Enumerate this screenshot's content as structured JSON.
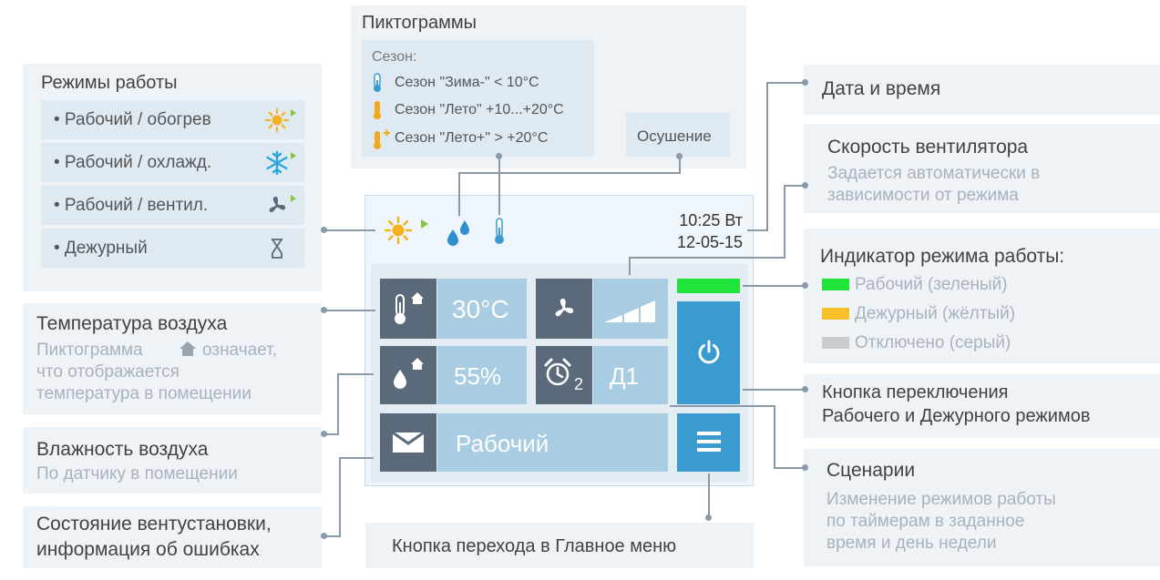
{
  "pictograms": {
    "title": "Пиктограммы",
    "season_label": "Сезон:",
    "season_winter": "Сезон \"Зима-\" < 10°C",
    "season_summer": "Сезон \"Лето\" +10...+20°C",
    "season_summer_plus": "Сезон \"Лето+\" > +20°C",
    "dehumid": "Осушение"
  },
  "modes": {
    "title": "Режимы работы",
    "items": [
      "• Рабочий / обогрев",
      "• Рабочий / охлажд.",
      "• Рабочий / вентил.",
      "• Дежурный"
    ]
  },
  "callouts": {
    "datetime": "Дата и время",
    "fan_title": "Скорость вентилятора",
    "fan_sub1": "Задается автоматически в",
    "fan_sub2": "зависимости от режима",
    "indicator_title": "Индикатор режима работы:",
    "ind_green": "Рабочий (зеленый)",
    "ind_yellow": "Дежурный (жёлтый)",
    "ind_gray": "Отключено (серый)",
    "temp_title": "Температура воздуха",
    "temp_sub1a": "Пиктограмма",
    "temp_sub1b": "означает,",
    "temp_sub2": "что отображается",
    "temp_sub3": "температура в помещении",
    "hum_title": "Влажность воздуха",
    "hum_sub": "По датчику в помещении",
    "state_title1": "Состояние вентустановки,",
    "state_title2": "информация об ошибках",
    "switch_title1": "Кнопка переключения",
    "switch_title2": "Рабочего и Дежурного режимов",
    "scen_title": "Сценарии",
    "scen_sub1": "Изменение режимов работы",
    "scen_sub2": "по таймерам в заданное",
    "scen_sub3": "время и день недели",
    "menu": "Кнопка перехода в Главное меню"
  },
  "screen": {
    "time": "10:25 Вт",
    "date": "12-05-15",
    "temperature": "30°C",
    "humidity": "55%",
    "scenario_sub": "2",
    "scenario": "Д1",
    "status": "Рабочий"
  },
  "colors": {
    "green": "#22e33a",
    "yellow": "#f7c02a",
    "gray": "#c8ccd0",
    "blue": "#3a9bd0",
    "dark_tile": "#5a6a7a",
    "light_tile": "#a8cde3"
  }
}
